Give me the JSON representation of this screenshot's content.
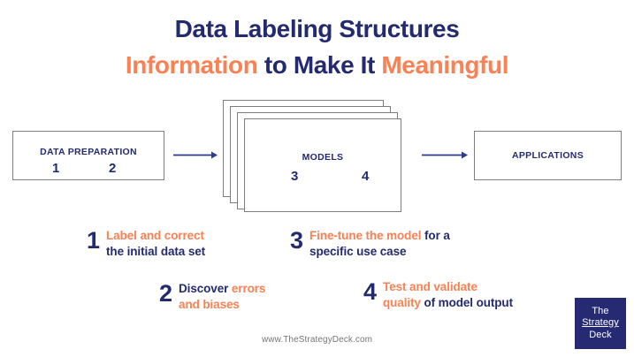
{
  "colors": {
    "navy": "#242a6e",
    "orange": "#fa8153",
    "box_border": "#7d7d7d",
    "footer_gray": "#767676",
    "logo_bg": "#252a72",
    "background": "#ffffff"
  },
  "title": {
    "line1": "Data Labeling Structures",
    "line2_part1": "Information",
    "line2_part2": "to Make It",
    "line2_part3": "Meaningful"
  },
  "diagram": {
    "data_prep": {
      "label": "DATA PREPARATION",
      "num_1": "1",
      "num_2": "2"
    },
    "models": {
      "label": "MODELS",
      "num_3": "3",
      "num_4": "4",
      "stack_count": 4
    },
    "applications": {
      "label": "APPLICATIONS"
    },
    "arrow_1_name": "arrow-right-icon",
    "arrow_2_name": "arrow-right-icon"
  },
  "bullets": [
    {
      "number": "1",
      "line1_orange": "Label and correct",
      "line2_navy": "the initial data set"
    },
    {
      "number": "2",
      "line1_navy": "Discover ",
      "line1_orange": "errors",
      "line2_orange": "and biases"
    },
    {
      "number": "3",
      "line1_orange": "Fine-tune the model",
      "line1_navy": " for a",
      "line2_navy": "specific use case"
    },
    {
      "number": "4",
      "line1_orange": "Test and validate",
      "line2_orange": "quality",
      "line2_navy": " of  model output"
    }
  ],
  "footer": {
    "url": "www.TheStrategyDeck.com"
  },
  "logo": {
    "line1": "The",
    "line2": "Strategy",
    "line3": "Deck"
  }
}
